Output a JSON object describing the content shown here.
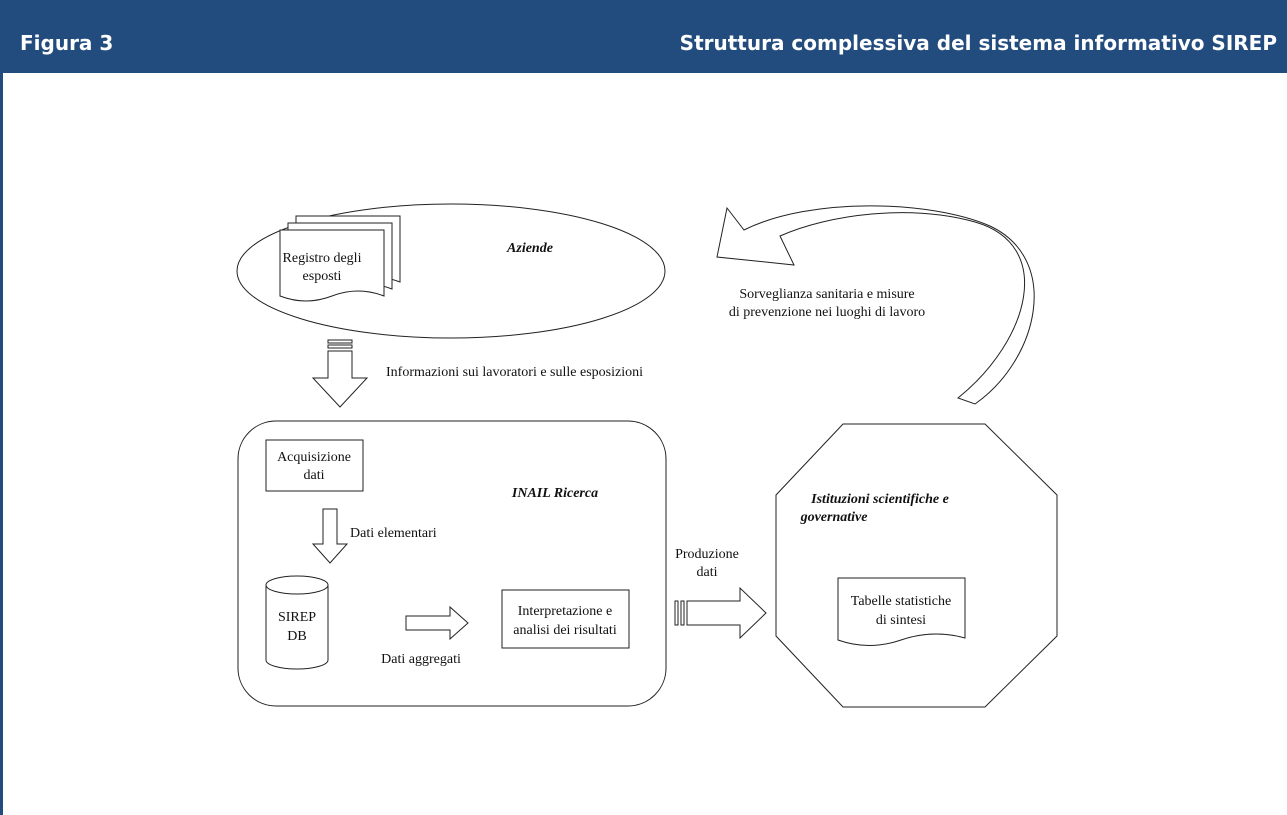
{
  "header": {
    "figure_number": "Figura 3",
    "figure_title": "Struttura complessiva del sistema informativo SIREP"
  },
  "diagram": {
    "aziende": {
      "label": "Aziende",
      "document_line1": "Registro degli",
      "document_line2": "esposti"
    },
    "flow_informazioni": "Informazioni sui lavoratori e sulle esposizioni",
    "inail": {
      "label": "INAIL Ricerca"
    },
    "acquisizione": {
      "line1": "Acquisizione",
      "line2": "dati"
    },
    "flow_elementari": "Dati elementari",
    "database": {
      "line1": "SIREP",
      "line2": "DB"
    },
    "flow_aggregati": "Dati aggregati",
    "interpretazione": {
      "line1": "Interpretazione e",
      "line2": "analisi dei risultati"
    },
    "flow_produzione": {
      "line1": "Produzione",
      "line2": "dati"
    },
    "istituzioni": {
      "line1": "Istituzioni scientifiche e",
      "line2": "governative"
    },
    "tabelle": {
      "line1": "Tabelle statistiche",
      "line2": "di sintesi"
    },
    "feedback": {
      "line1": "Sorveglianza sanitaria e misure",
      "line2": "di prevenzione nei luoghi di lavoro"
    }
  }
}
